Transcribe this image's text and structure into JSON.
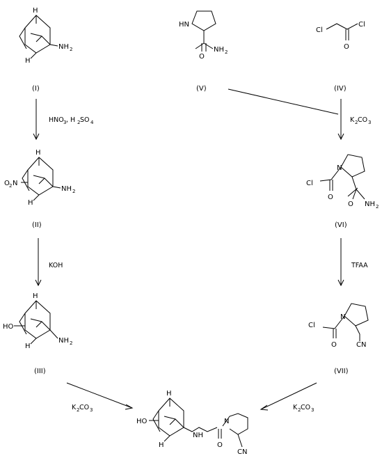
{
  "compounds": {
    "I": {
      "label": "(I)"
    },
    "II": {
      "label": "(II)"
    },
    "III": {
      "label": "(III)"
    },
    "IV": {
      "label": "(IV)"
    },
    "V": {
      "label": "(V)"
    },
    "VI": {
      "label": "(VI)"
    },
    "VII": {
      "label": "(VII)"
    }
  },
  "atoms": {
    "H": "H",
    "NH2": "NH",
    "two": "2",
    "O2N_O": "O",
    "O2N_2": "2",
    "O2N_N": "N",
    "HO": "HO",
    "HN": "HN",
    "O": "O",
    "N": "N",
    "Cl": "Cl",
    "CN": "CN"
  },
  "reagents": {
    "step1": {
      "a": "HNO",
      "a_sub": "3",
      "b": ", H",
      "b_sub": "2",
      "c": "SO",
      "c_sub": "4"
    },
    "step2": {
      "text": "KOH"
    },
    "step3": {
      "a": "K",
      "a_sub": "2",
      "b": "CO",
      "b_sub": "3"
    },
    "step4": {
      "text": "TFAA"
    },
    "step5": {
      "a": "K",
      "a_sub": "2",
      "b": "CO",
      "b_sub": "3"
    },
    "step6": {
      "a": "K",
      "a_sub": "2",
      "b": "CO",
      "b_sub": "3"
    }
  }
}
